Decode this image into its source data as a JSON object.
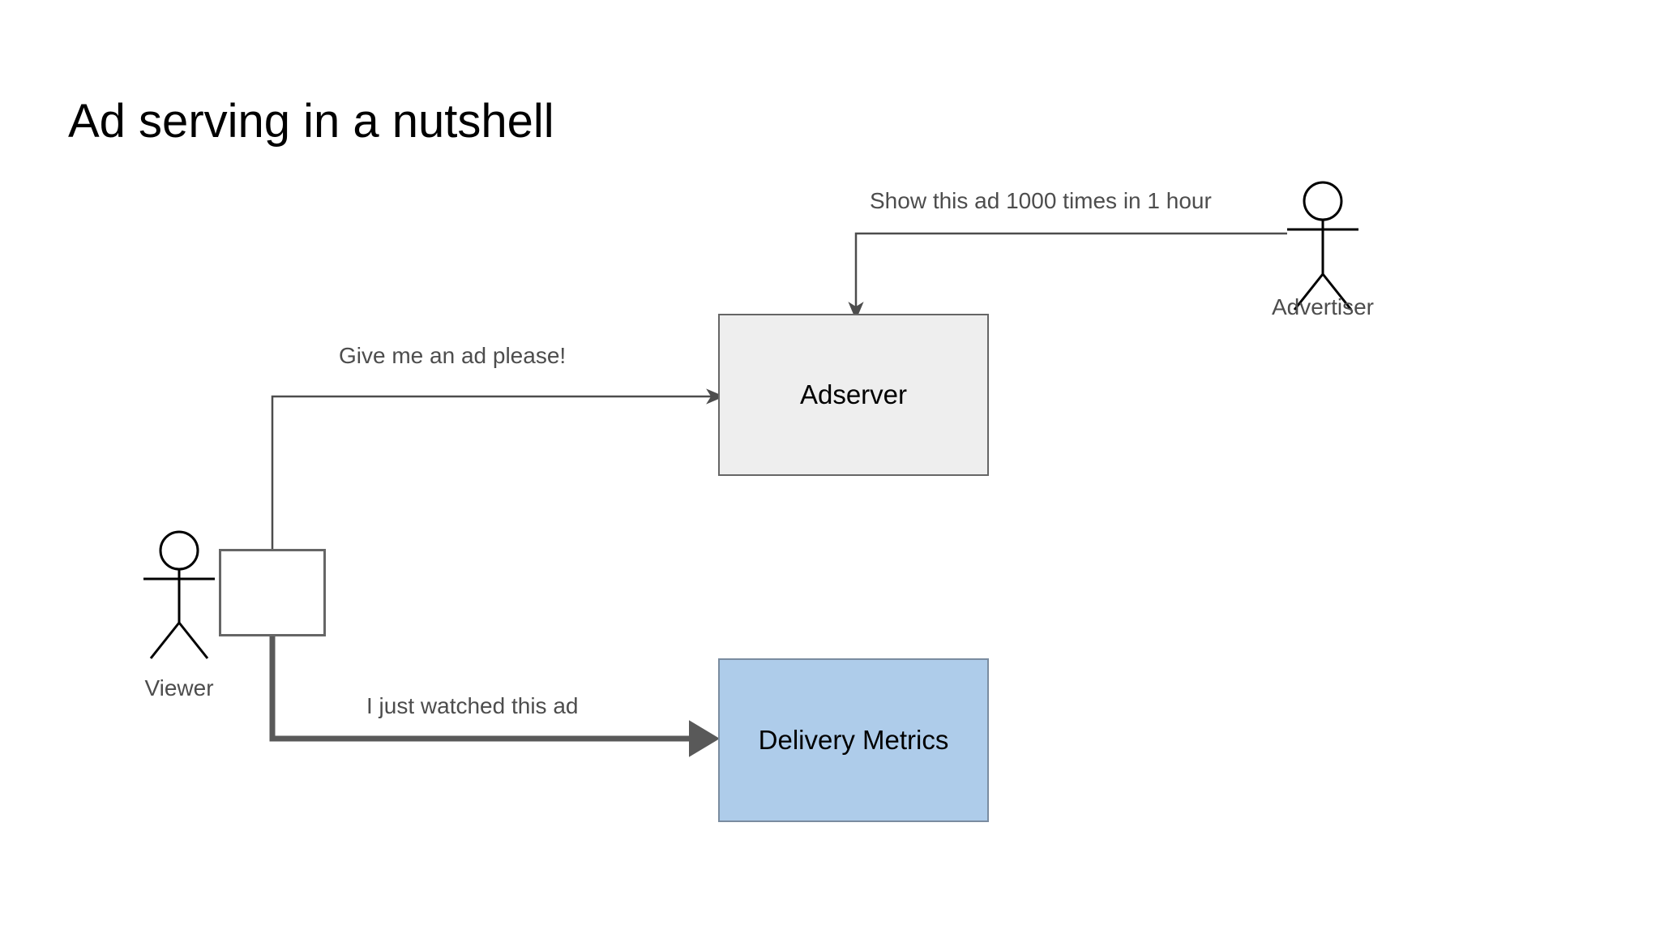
{
  "slide": {
    "title": "Ad serving in a nutshell",
    "background": "#ffffff"
  },
  "colors": {
    "adserver_fill": "#eeeeee",
    "adserver_stroke": "#666666",
    "metrics_fill": "#aeccea",
    "metrics_stroke": "#7a8ca0",
    "player_fill": "#ffffff",
    "player_stroke": "#666666",
    "play_triangle_fill": "#76a95e",
    "play_triangle_stroke": "#4d4d4d",
    "thin_edge": "#4d4d4d",
    "thick_edge": "#595959",
    "label_text": "#4d4d4d",
    "node_text": "#000000",
    "stick_figure": "#000000"
  },
  "nodes": [
    {
      "id": "adserver",
      "label": "Adserver",
      "type": "process-box"
    },
    {
      "id": "delivery-metrics",
      "label": "Delivery Metrics",
      "type": "datastore-box"
    },
    {
      "id": "video-player",
      "label": "",
      "type": "video-player",
      "icon": "play-triangle-icon"
    }
  ],
  "actors": [
    {
      "id": "viewer",
      "label": "Viewer",
      "icon": "stick-figure-icon"
    },
    {
      "id": "advertiser",
      "label": "Advertiser",
      "icon": "stick-figure-icon"
    }
  ],
  "edges": [
    {
      "id": "advertiser-to-adserver",
      "label": "Show this ad 1000 times in 1 hour",
      "from": "advertiser",
      "to": "adserver",
      "style": "thin",
      "arrow": "open"
    },
    {
      "id": "player-to-adserver",
      "label": "Give me an ad please!",
      "from": "video-player",
      "to": "adserver",
      "style": "thin",
      "arrow": "open"
    },
    {
      "id": "player-to-metrics",
      "label": "I just watched this ad",
      "from": "video-player",
      "to": "delivery-metrics",
      "style": "thick",
      "arrow": "filled"
    }
  ]
}
